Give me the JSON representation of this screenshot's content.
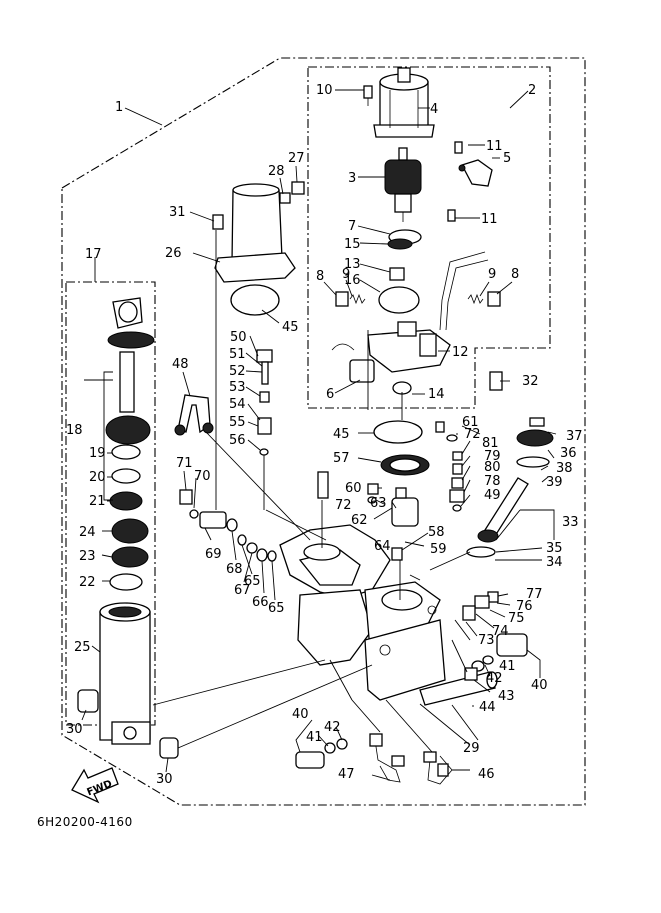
{
  "figure_code": "6H20200-4160",
  "direction_arrow_label": "FWD",
  "part_labels": {
    "p1": "1",
    "p2": "2",
    "p3": "3",
    "p4": "4",
    "p5": "5",
    "p6": "6",
    "p7": "7",
    "p8a": "8",
    "p8b": "8",
    "p9a": "9",
    "p9b": "9",
    "p10": "10",
    "p11a": "11",
    "p11b": "11",
    "p12": "12",
    "p13": "13",
    "p14": "14",
    "p15": "15",
    "p16": "16",
    "p17": "17",
    "p18": "18",
    "p19": "19",
    "p20": "20",
    "p21": "21",
    "p22": "22",
    "p23": "23",
    "p24": "24",
    "p25": "25",
    "p26": "26",
    "p27": "27",
    "p28": "28",
    "p29": "29",
    "p30a": "30",
    "p30b": "30",
    "p31": "31",
    "p32": "32",
    "p33": "33",
    "p34": "34",
    "p35": "35",
    "p36": "36",
    "p37": "37",
    "p38": "38",
    "p39": "39",
    "p40a": "40",
    "p40b": "40",
    "p41a": "41",
    "p41b": "41",
    "p42a": "42",
    "p42b": "42",
    "p43": "43",
    "p44": "44",
    "p45a": "45",
    "p45b": "45",
    "p46": "46",
    "p47": "47",
    "p48": "48",
    "p49": "49",
    "p50": "50",
    "p51": "51",
    "p52": "52",
    "p53": "53",
    "p54": "54",
    "p55": "55",
    "p56": "56",
    "p57": "57",
    "p58": "58",
    "p59": "59",
    "p60": "60",
    "p61": "61",
    "p62": "62",
    "p63": "63",
    "p64": "64",
    "p65a": "65",
    "p65b": "65",
    "p66": "66",
    "p67": "67",
    "p68": "68",
    "p69": "69",
    "p70": "70",
    "p71": "71",
    "p72a": "72",
    "p72b": "72",
    "p73": "73",
    "p74": "74",
    "p75": "75",
    "p76": "76",
    "p77": "77",
    "p78": "78",
    "p79": "79",
    "p80": "80",
    "p81": "81"
  }
}
